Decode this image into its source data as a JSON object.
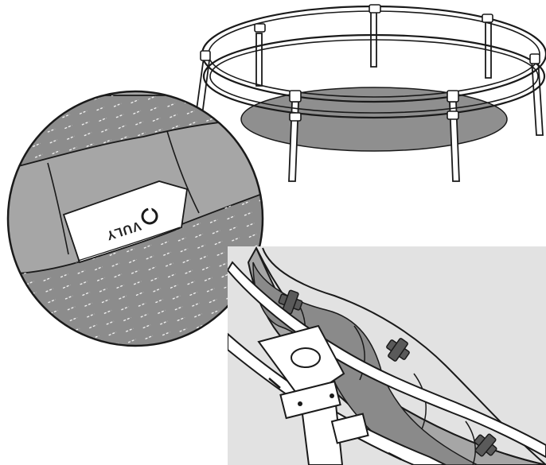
{
  "brand": {
    "logo_text": "VULY"
  },
  "palette": {
    "outline": "#1a1a1a",
    "mat_fill": "#8f8f8f",
    "pad_fill": "#a6a6a6",
    "pad_dark": "#7d7d7d",
    "sheet_fill": "#e2e2e2",
    "frame_fill": "#ffffff",
    "clip_fill": "#5a5a5a"
  },
  "panels": {
    "overview": "trampoline-overview",
    "tag_detail": "pad-label-detail",
    "underside_detail": "pad-underside-detail"
  }
}
